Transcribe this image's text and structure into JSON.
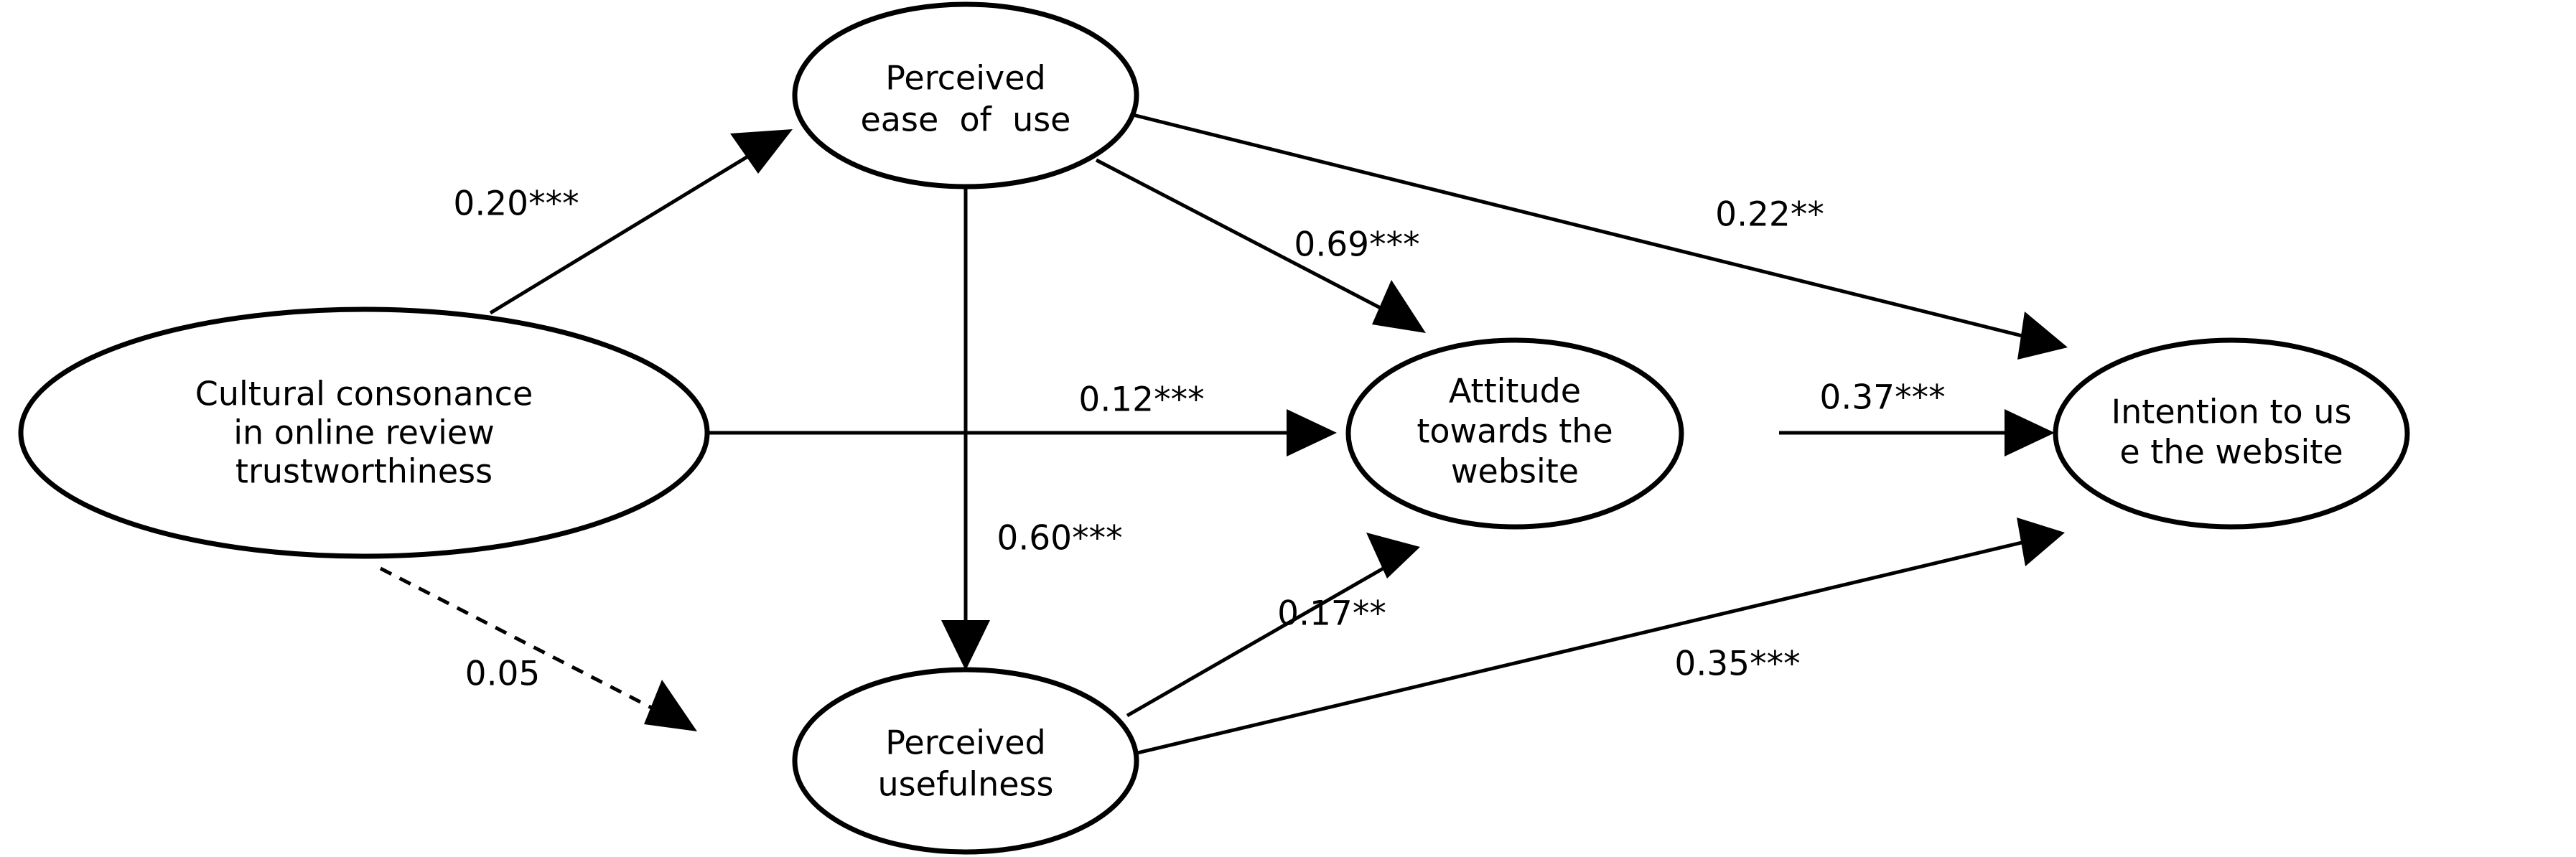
{
  "diagram": {
    "type": "structural-equation-model-path-diagram",
    "background_color": "#ffffff",
    "stroke_color": "#000000",
    "nodes": [
      {
        "id": "cultural-consonance",
        "lines": [
          "Cultural consonance",
          "in online review",
          "trustworthiness"
        ],
        "line1": "Cultural consonance",
        "line2": "in online review",
        "line3": "trustworthiness"
      },
      {
        "id": "perceived-ease-of-use",
        "lines": [
          "Perceived",
          "ease  of  use"
        ],
        "line1": "Perceived",
        "line2": "ease  of  use"
      },
      {
        "id": "perceived-usefulness",
        "lines": [
          "Perceived",
          "usefulness"
        ],
        "line1": "Perceived",
        "line2": "usefulness"
      },
      {
        "id": "attitude-towards-website",
        "lines": [
          "Attitude",
          "towards the",
          "website"
        ],
        "line1": "Attitude",
        "line2": "towards the",
        "line3": "website"
      },
      {
        "id": "intention-to-use-website",
        "lines": [
          "Intention to us",
          "e the website"
        ],
        "line1": "Intention to us",
        "line2": "e the website"
      }
    ],
    "paths": [
      {
        "id": "cc-to-peou",
        "from": "cultural-consonance",
        "to": "perceived-ease-of-use",
        "coefficient": "0.20***",
        "style": "solid",
        "significant": true
      },
      {
        "id": "cc-to-attitude",
        "from": "cultural-consonance",
        "to": "attitude-towards-website",
        "coefficient": "0.12***",
        "style": "solid",
        "significant": true
      },
      {
        "id": "cc-to-pu",
        "from": "cultural-consonance",
        "to": "perceived-usefulness",
        "coefficient": "0.05",
        "style": "dashed",
        "significant": false
      },
      {
        "id": "peou-to-pu",
        "from": "perceived-ease-of-use",
        "to": "perceived-usefulness",
        "coefficient": "0.60***",
        "style": "solid",
        "significant": true
      },
      {
        "id": "peou-to-attitude",
        "from": "perceived-ease-of-use",
        "to": "attitude-towards-website",
        "coefficient": "0.69***",
        "style": "solid",
        "significant": true
      },
      {
        "id": "peou-to-intention",
        "from": "perceived-ease-of-use",
        "to": "intention-to-use-website",
        "coefficient": "0.22**",
        "style": "solid",
        "significant": true
      },
      {
        "id": "pu-to-attitude",
        "from": "perceived-usefulness",
        "to": "attitude-towards-website",
        "coefficient": "0.17**",
        "style": "solid",
        "significant": true
      },
      {
        "id": "pu-to-intention",
        "from": "perceived-usefulness",
        "to": "intention-to-use-website",
        "coefficient": "0.35***",
        "style": "solid",
        "significant": true
      },
      {
        "id": "attitude-to-intention",
        "from": "attitude-towards-website",
        "to": "intention-to-use-website",
        "coefficient": "0.37***",
        "style": "solid",
        "significant": true
      }
    ]
  },
  "chart_data": {
    "type": "diagram",
    "title": "",
    "nodes": [
      "Cultural consonance in online review trustworthiness",
      "Perceived ease of use",
      "Perceived usefulness",
      "Attitude towards the website",
      "Intention to use the website"
    ],
    "edges": [
      {
        "source": "Cultural consonance in online review trustworthiness",
        "target": "Perceived ease of use",
        "value": 0.2,
        "stars": "***",
        "label": "0.20***",
        "line": "solid"
      },
      {
        "source": "Cultural consonance in online review trustworthiness",
        "target": "Attitude towards the website",
        "value": 0.12,
        "stars": "***",
        "label": "0.12***",
        "line": "solid"
      },
      {
        "source": "Cultural consonance in online review trustworthiness",
        "target": "Perceived usefulness",
        "value": 0.05,
        "stars": "",
        "label": "0.05",
        "line": "dashed"
      },
      {
        "source": "Perceived ease of use",
        "target": "Perceived usefulness",
        "value": 0.6,
        "stars": "***",
        "label": "0.60***",
        "line": "solid"
      },
      {
        "source": "Perceived ease of use",
        "target": "Attitude towards the website",
        "value": 0.69,
        "stars": "***",
        "label": "0.69***",
        "line": "solid"
      },
      {
        "source": "Perceived ease of use",
        "target": "Intention to use the website",
        "value": 0.22,
        "stars": "**",
        "label": "0.22**",
        "line": "solid"
      },
      {
        "source": "Perceived usefulness",
        "target": "Attitude towards the website",
        "value": 0.17,
        "stars": "**",
        "label": "0.17**",
        "line": "solid"
      },
      {
        "source": "Perceived usefulness",
        "target": "Intention to use the website",
        "value": 0.35,
        "stars": "***",
        "label": "0.35***",
        "line": "solid"
      },
      {
        "source": "Attitude towards the website",
        "target": "Intention to use the website",
        "value": 0.37,
        "stars": "***",
        "label": "0.37***",
        "line": "solid"
      }
    ]
  }
}
